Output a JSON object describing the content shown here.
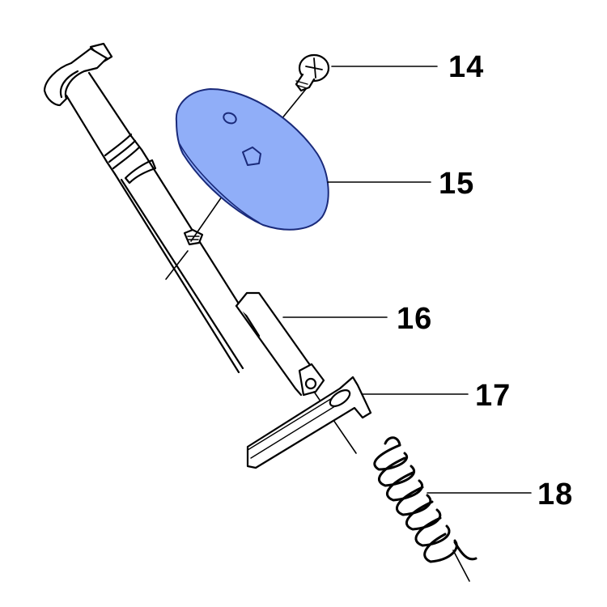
{
  "diagram": {
    "type": "exploded-parts-view",
    "colors": {
      "line": "#000000",
      "highlight_fill": "#90aef8",
      "highlight_stroke": "#1a2a7a",
      "background": "#ffffff"
    },
    "parts": [
      {
        "number": "14",
        "name": "screw",
        "highlighted": false
      },
      {
        "number": "15",
        "name": "plate",
        "highlighted": true
      },
      {
        "number": "16",
        "name": "shaft",
        "highlighted": false
      },
      {
        "number": "17",
        "name": "lever",
        "highlighted": false
      },
      {
        "number": "18",
        "name": "spring",
        "highlighted": false
      }
    ]
  },
  "callouts": {
    "c14": "14",
    "c15": "15",
    "c16": "16",
    "c17": "17",
    "c18": "18"
  }
}
